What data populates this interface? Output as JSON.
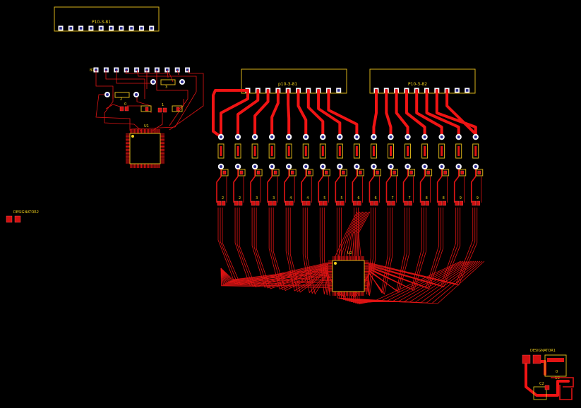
{
  "header_labels": {
    "top_header": "P10-3-81",
    "left_header": "p10-3-81",
    "right_header": "P10-3-82"
  },
  "designators": {
    "left": "DESIGNATOR2",
    "right": "DESIGNATOR1"
  },
  "chips": {
    "u1": "U1",
    "u2": "U2",
    "u3": "U3",
    "c2": "C2"
  },
  "small_labels": {
    "b1": "B1",
    "r0": "0",
    "r1": "1",
    "r2": "2",
    "r3": "3",
    "r4": "4",
    "pad_0": "0"
  },
  "led_numbers": [
    "2",
    "2",
    "3",
    "3",
    "4",
    "4",
    "5",
    "5",
    "6",
    "6",
    "7",
    "7",
    "8",
    "8",
    "9",
    "9"
  ],
  "colors": {
    "background": "#000000",
    "copper": "#e01414",
    "silkscreen": "#f2d21e",
    "pad_hole": "#f4f4f8"
  }
}
